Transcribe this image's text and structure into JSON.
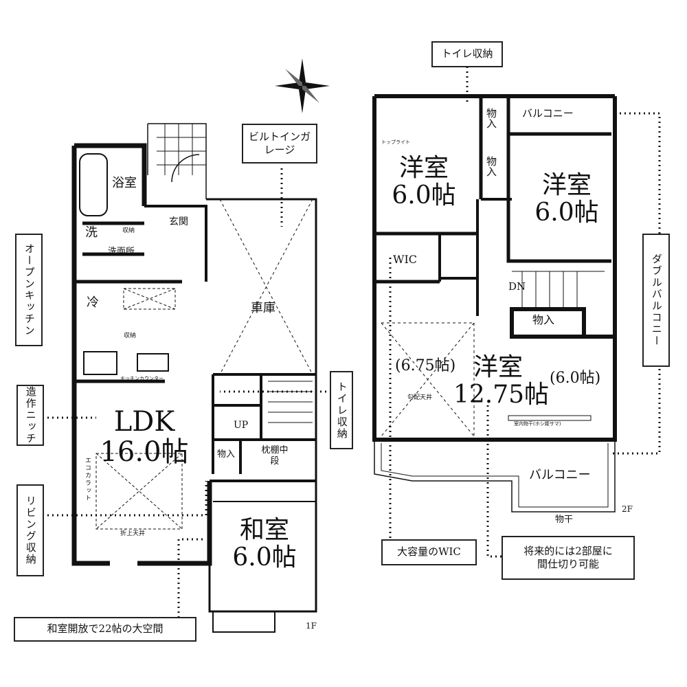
{
  "floor1": {
    "label": "1F",
    "rooms": {
      "bath": "浴室",
      "laundry": "洗",
      "storage_a": "収納",
      "washroom": "洗面所",
      "entrance": "玄関",
      "fridge": "冷",
      "storage_b": "収納",
      "kitchen_counter": "キッチンカウンター",
      "garage": "車庫",
      "ldk_name": "LDK",
      "ldk_size": "16.0帖",
      "eco_carat": "エコカラット",
      "raised_ceiling": "折上天井",
      "up": "UP",
      "closet": "物入",
      "shelf": "枕棚中段",
      "japanese_name": "和室",
      "japanese_size": "6.0帖"
    }
  },
  "floor2": {
    "label": "2F",
    "rooms": {
      "closet_1": "物入",
      "closet_2": "物入",
      "closet_3": "物入",
      "balcony_top": "バルコニー",
      "balcony_bottom": "バルコニー",
      "western_1_name": "洋室",
      "western_1_size": "6.0帖",
      "skylight": "トップライト",
      "western_2_name": "洋室",
      "western_2_size": "6.0帖",
      "wic": "WIC",
      "dn": "DN",
      "sub_left": "(6.75帖)",
      "western_3_name": "洋室",
      "western_3_size": "12.75帖",
      "sub_right": "(6.0帖)",
      "sloped_ceiling": "勾配天井",
      "indoor_drying": "室内物干(ホシ姫サマ)",
      "drying": "物干"
    }
  },
  "callouts": {
    "open_kitchen": "オープンキッチン",
    "niche": "造作ニッチ",
    "living_storage": "リビング収納",
    "big_space": "和室開放で22帖の大空間",
    "garage": "ビルトインガレージ",
    "toilet_storage_top": "トイレ収納",
    "toilet_storage_1f": "トイレ収納",
    "double_balcony": "ダブルバルコニー",
    "big_wic": "大容量のWIC",
    "partition_line1": "将来的には2部屋に",
    "partition_line2": "間仕切り可能"
  },
  "compass_icon": "compass-rose-icon"
}
